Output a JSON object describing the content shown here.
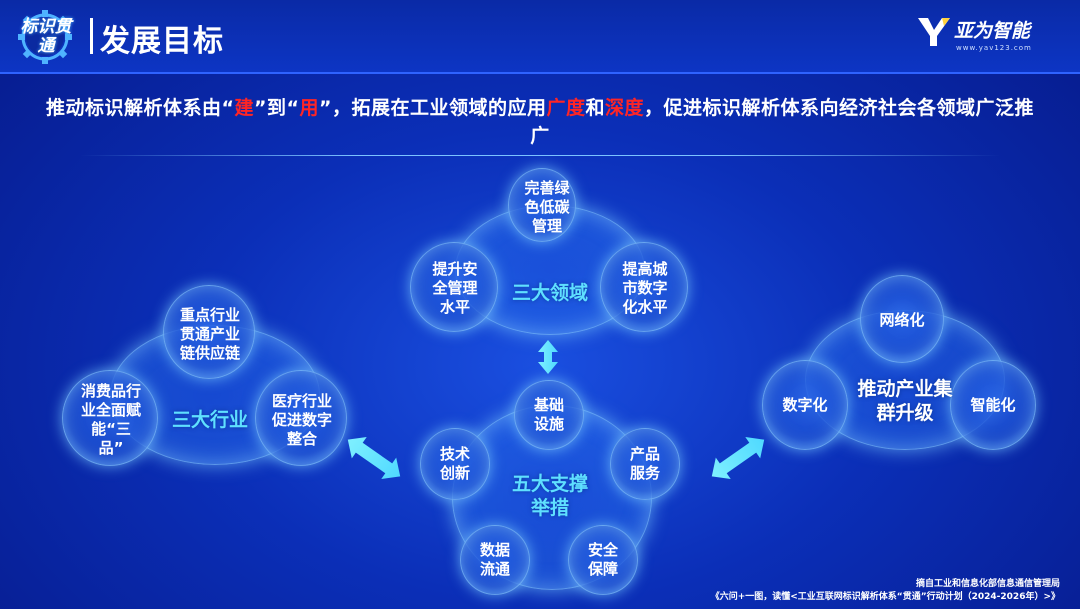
{
  "header": {
    "logo_text": "标识贯通",
    "title": "发展目标",
    "brand_name": "亚为智能",
    "brand_url": "www.yav123.com"
  },
  "headline": {
    "p1": "推动标识解析体系由“",
    "p2": "建",
    "p3": "”到“",
    "p4": "用",
    "p5": "”，拓展在工业领域的应用",
    "p6": "广度",
    "p7": "和",
    "p8": "深度",
    "p9": "，促进标识解析体系向经济社会各领域广泛推广",
    "accent_color": "#ff2525"
  },
  "groups": {
    "domains": {
      "center": "三大领域",
      "items": [
        "完善绿色低碳管理",
        "提升安全管理水平",
        "提高城市数字化水平"
      ]
    },
    "industries": {
      "center": "三大行业",
      "items": [
        "重点行业贯通产业链供应链",
        "消费品行业全面赋能“三品”",
        "医疗行业促进数字整合"
      ]
    },
    "pillars": {
      "center": "五大支撑举措",
      "items": [
        "基础设施",
        "技术创新",
        "产品服务",
        "数据流通",
        "安全保障"
      ]
    },
    "cluster": {
      "center": "推动产业集群升级",
      "items": [
        "网络化",
        "数字化",
        "智能化"
      ]
    }
  },
  "footer": {
    "line1": "摘自工业和信息化部信息通信管理局",
    "line2": "《六问+一图，读懂<工业互联网标识解析体系“贯通”行动计划（2024-2026年）>》"
  }
}
